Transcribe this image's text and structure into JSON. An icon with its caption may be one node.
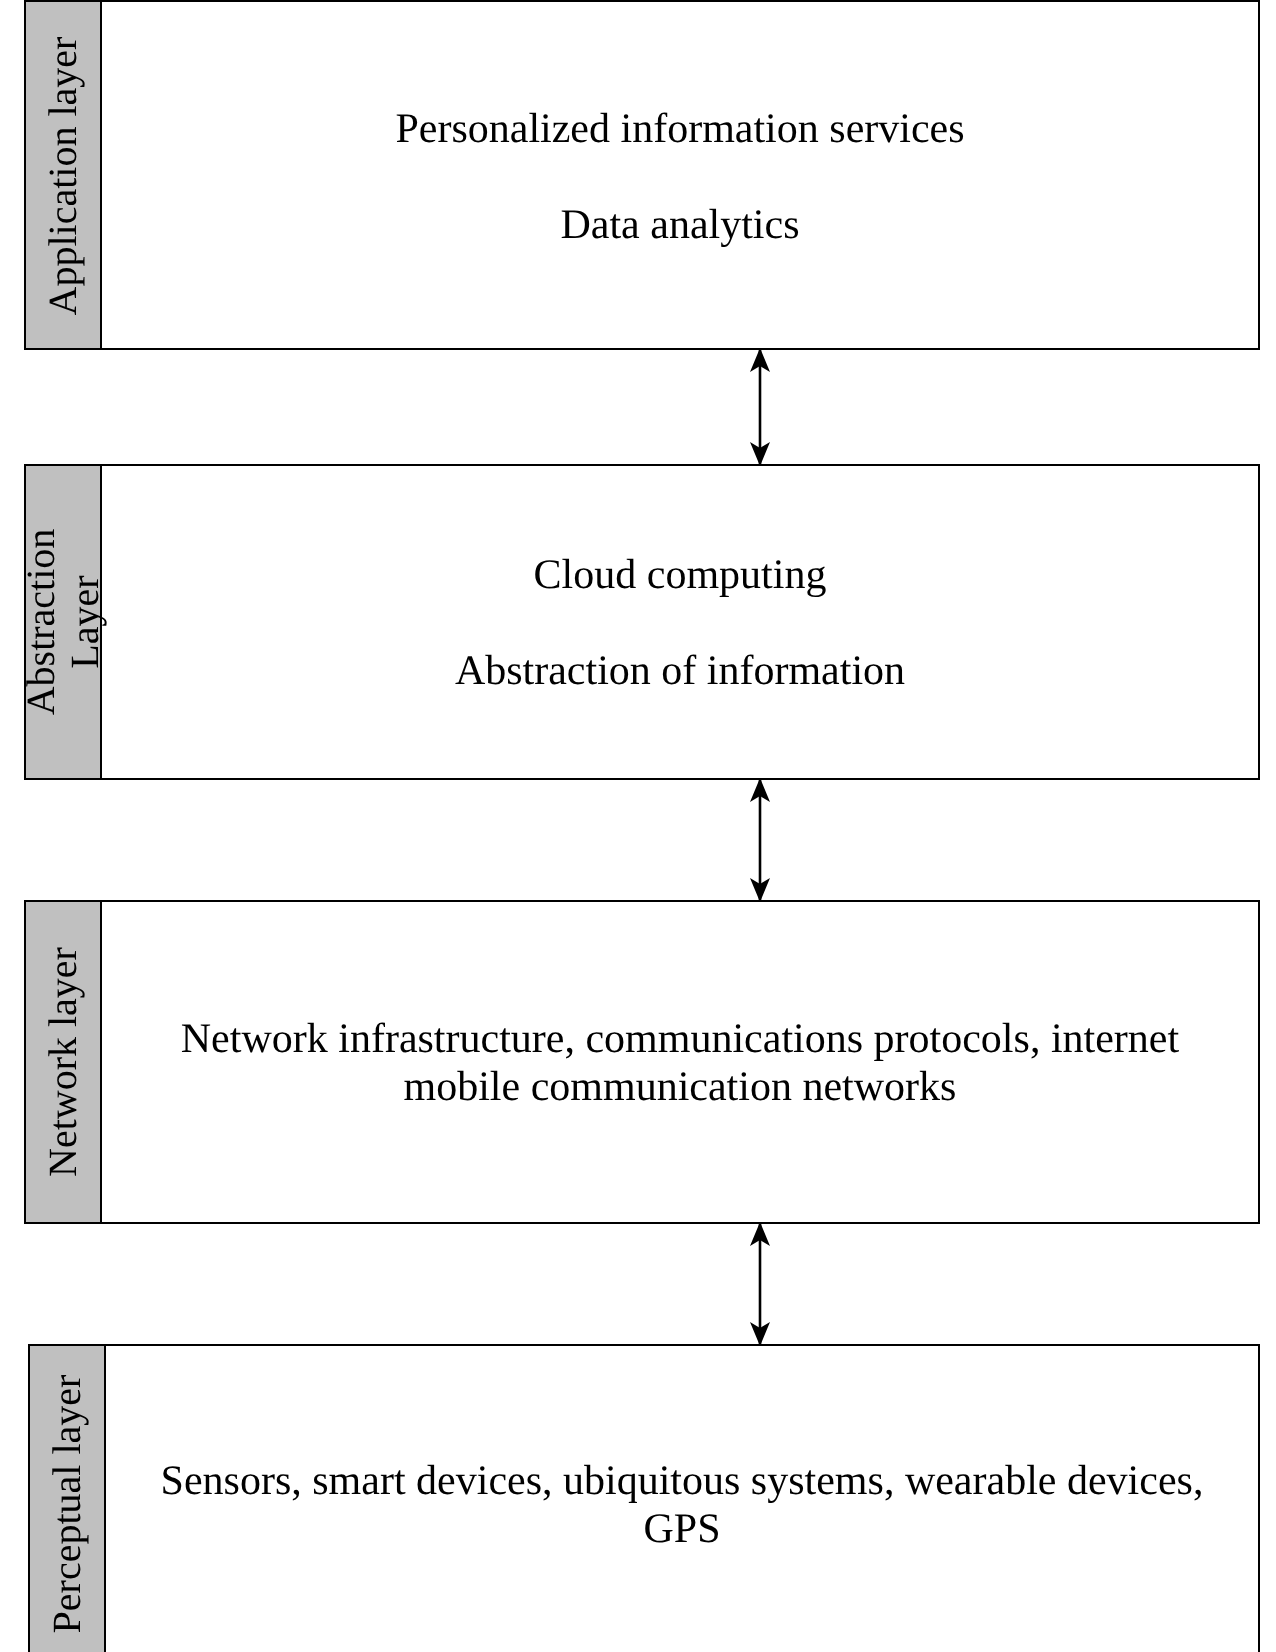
{
  "diagram": {
    "nodes": [
      {
        "text": [
          "Personalized information services",
          "Data analytics"
        ]
      },
      {
        "text": [
          "Application layer"
        ],
        "in": 0
      },
      {
        "text": [
          "Cloud computing",
          "Abstraction of information"
        ]
      },
      {
        "text": [
          "Abstraction Layer"
        ],
        "in": 2
      },
      {
        "text": [
          "Network infrastructure, communications protocols, internet mobile communication networks"
        ]
      },
      {
        "text": [
          "Network layer"
        ],
        "in": 4
      },
      {
        "text": [
          "Sensors, smart devices, ubiquitous systems, wearable devices, GPS"
        ]
      },
      {
        "text": [
          "Perceptual layer"
        ],
        "in": 6
      }
    ],
    "edges": [
      {
        "from": 0,
        "to": 2,
        "arrow": "both"
      },
      {
        "from": 2,
        "to": 4,
        "arrow": "both"
      },
      {
        "from": 4,
        "to": 6,
        "arrow": "both"
      }
    ]
  }
}
